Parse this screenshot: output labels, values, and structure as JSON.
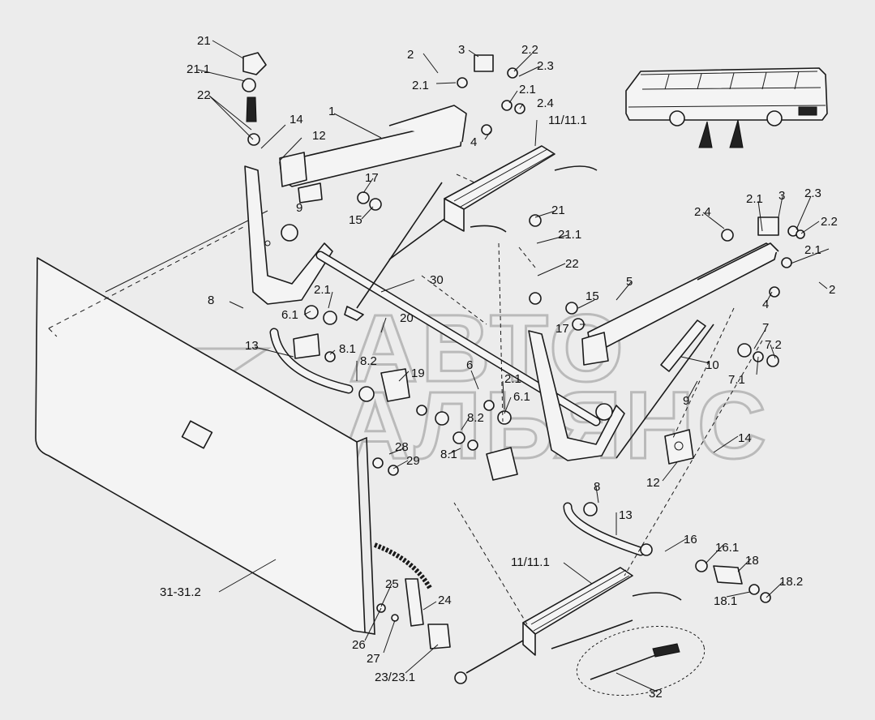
{
  "watermark": {
    "line1": "АВТО",
    "line2": "АЛЬЯНС"
  },
  "callouts": {
    "c21_top": "21",
    "c21_1_top": "21.1",
    "c22_top": "22",
    "c14_top": "14",
    "c12_top": "12",
    "c1": "1",
    "c2_top": "2",
    "c2_1_top": "2.1",
    "c3_top": "3",
    "c2_2_top": "2.2",
    "c2_3_top": "2.3",
    "c2_1_b": "2.1",
    "c2_4_top": "2.4",
    "c4_top": "4",
    "c11_top": "11/11.1",
    "c17_top": "17",
    "c15_top": "15",
    "c9_left": "9",
    "c21_mid": "21",
    "c21_1_mid": "21.1",
    "c22_mid": "22",
    "c30": "30",
    "c8_left": "8",
    "c6_1_left": "6.1",
    "c2_1_left": "2.1",
    "c20": "20",
    "c13_left": "13",
    "c8_1_left": "8.1",
    "c8_2_left": "8.2",
    "c19": "19",
    "c6": "6",
    "c2_1_mid": "2.1",
    "c6_1_mid": "6.1",
    "c8_2_mid": "8.2",
    "c8_1_mid": "8.1",
    "c28": "28",
    "c29": "29",
    "c2_4_r": "2.4",
    "c2_1_r": "2.1",
    "c3_r": "3",
    "c2_3_r": "2.3",
    "c2_2_r": "2.2",
    "c2_1_r2": "2.1",
    "c2_r": "2",
    "c5": "5",
    "c4_r": "4",
    "c15_r": "15",
    "c17_r": "17",
    "c7": "7",
    "c7_2": "7.2",
    "c10": "10",
    "c7_1": "7.1",
    "c9_r": "9",
    "c14_r": "14",
    "c12_r": "12",
    "c8_b": "8",
    "c13_b": "13",
    "c16": "16",
    "c16_1": "16.1",
    "c18": "18",
    "c18_1": "18.1",
    "c18_2": "18.2",
    "c11_b": "11/11.1",
    "c31": "31-31.2",
    "c25": "25",
    "c24": "24",
    "c26": "26",
    "c27": "27",
    "c23": "23/23.1",
    "c32": "32"
  }
}
